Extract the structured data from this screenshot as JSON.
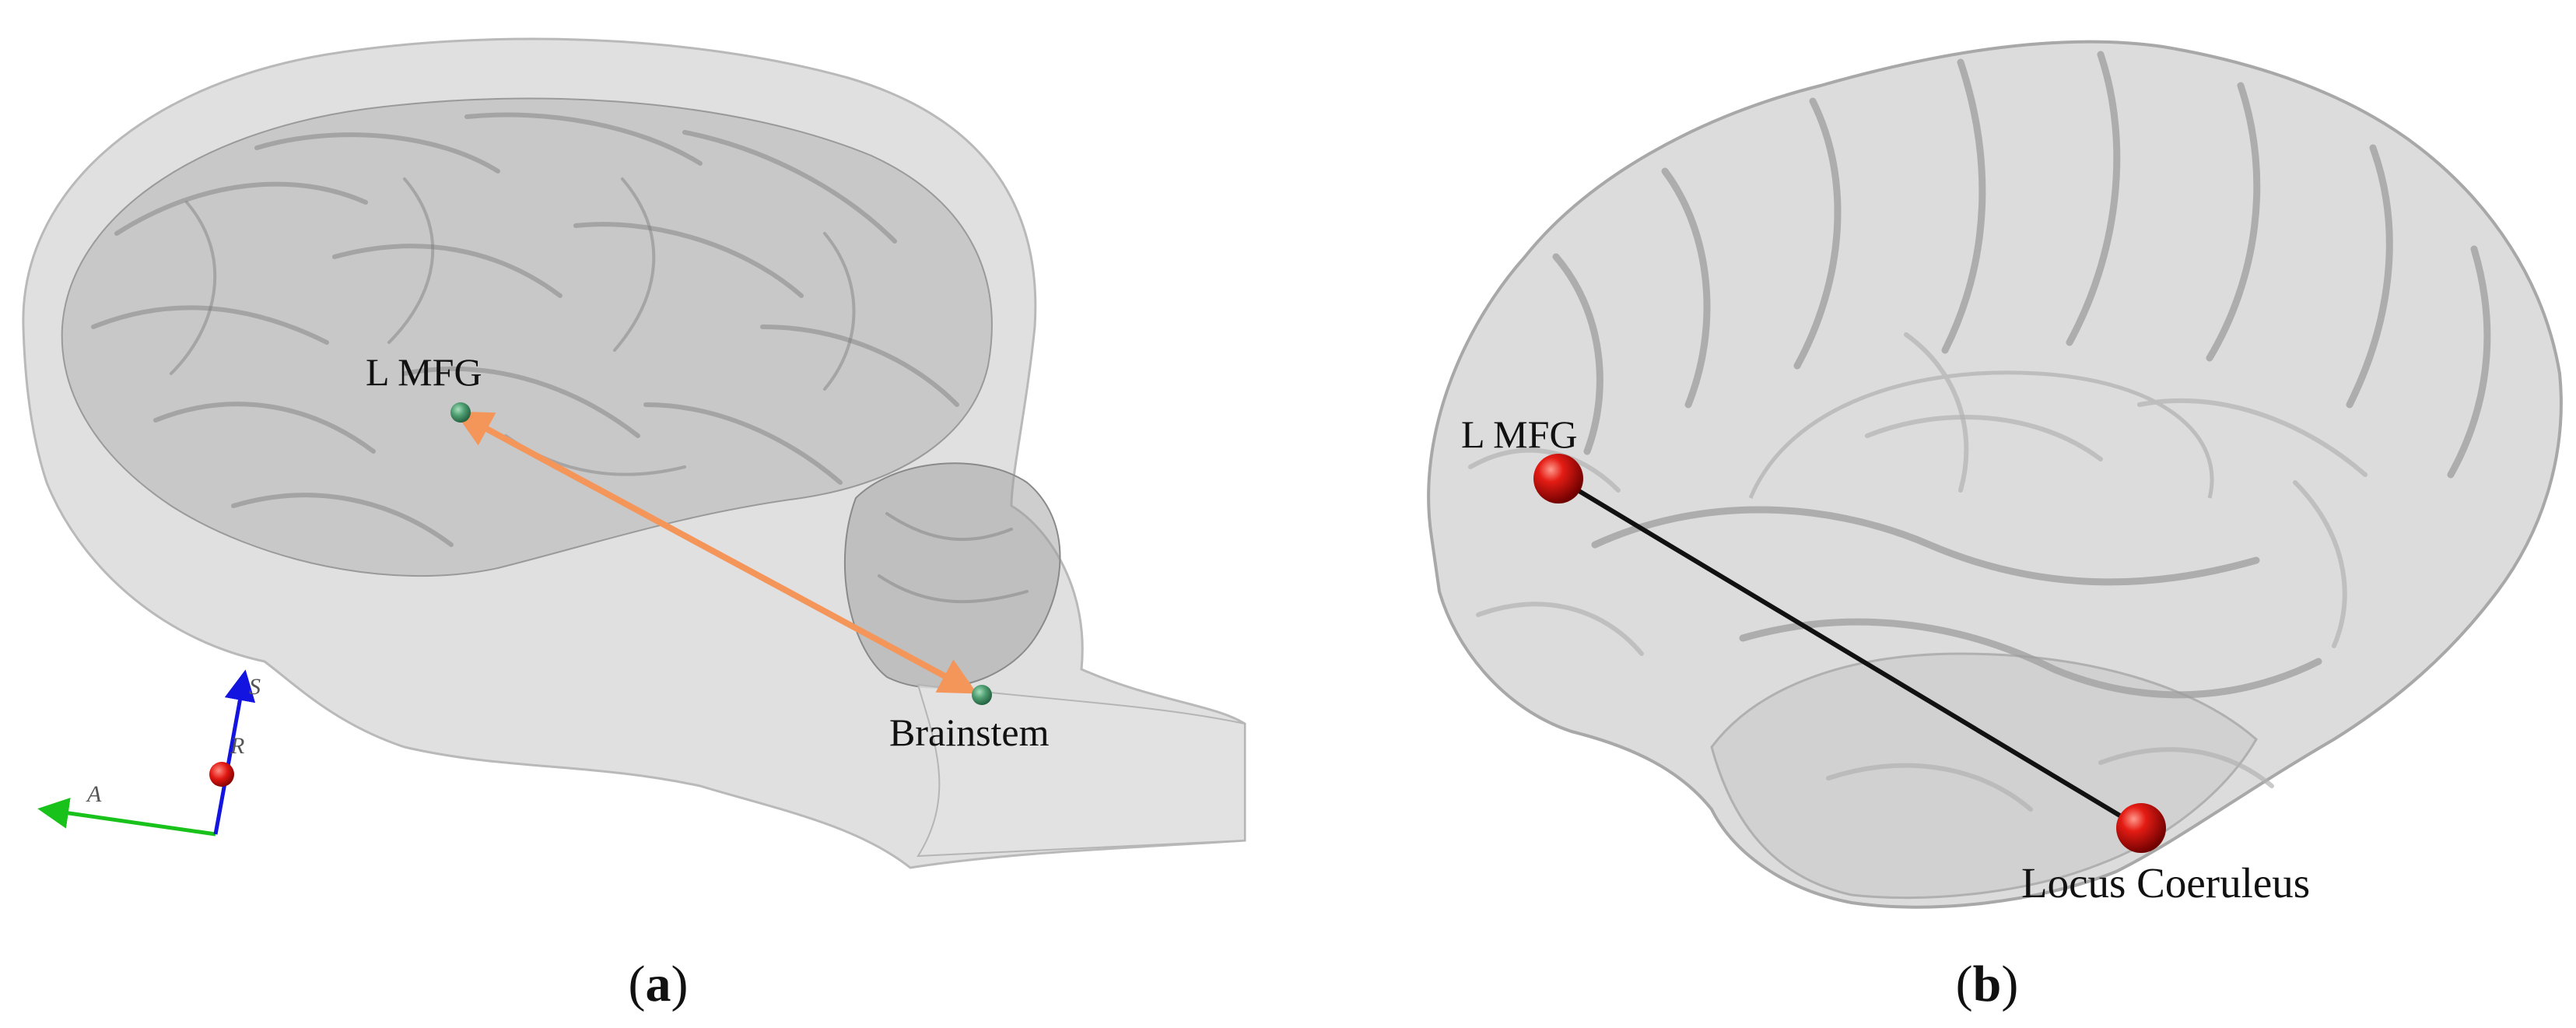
{
  "panel_a": {
    "caption_open": "(",
    "caption_letter": "a",
    "caption_close": ")",
    "node_1": "L MFG",
    "node_2": "Brainstem",
    "axis_a": "A",
    "axis_s": "S",
    "axis_r": "R",
    "connector_color": "#f4955a",
    "node_color": "#4f9e72"
  },
  "panel_b": {
    "caption_open": "(",
    "caption_letter": "b",
    "caption_close": ")",
    "node_1": "L MFG",
    "node_2": "Locus Coeruleus",
    "connector_color": "#111111",
    "node_color": "#d81410"
  }
}
